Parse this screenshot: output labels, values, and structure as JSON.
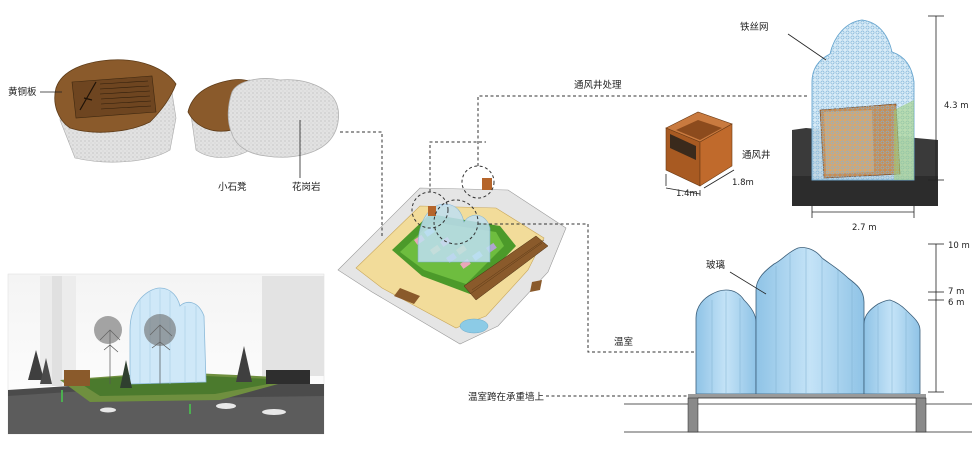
{
  "labels": {
    "brass_plate": "黄铜板",
    "small_stone_stool": "小石凳",
    "granite": "花岗岩",
    "vent_treatment": "通风井处理",
    "wire_mesh": "铁丝网",
    "vent_shaft": "通风井",
    "glass": "玻璃",
    "greenhouse": "温室",
    "greenhouse_on_wall": "温室跨在承重墙上"
  },
  "dimensions": {
    "vent_width": "1.4m",
    "vent_depth": "1.8m",
    "mesh_height": "4.3 m",
    "mesh_width": "2.7 m",
    "elev_10": "10 m",
    "elev_7": "7 m",
    "elev_6": "6 m"
  },
  "colors": {
    "wood": "#8a5a2b",
    "granite": "#d9d9d9",
    "glass": "#a9d4f0",
    "mesh": "#9ccbe8",
    "vent_box": "#b5652b",
    "grass": "#5aa832",
    "sand": "#f2dc9a"
  },
  "icons": [
    "brass-plate-icon",
    "granite-stool-icon",
    "vent-shaft-box-icon"
  ]
}
